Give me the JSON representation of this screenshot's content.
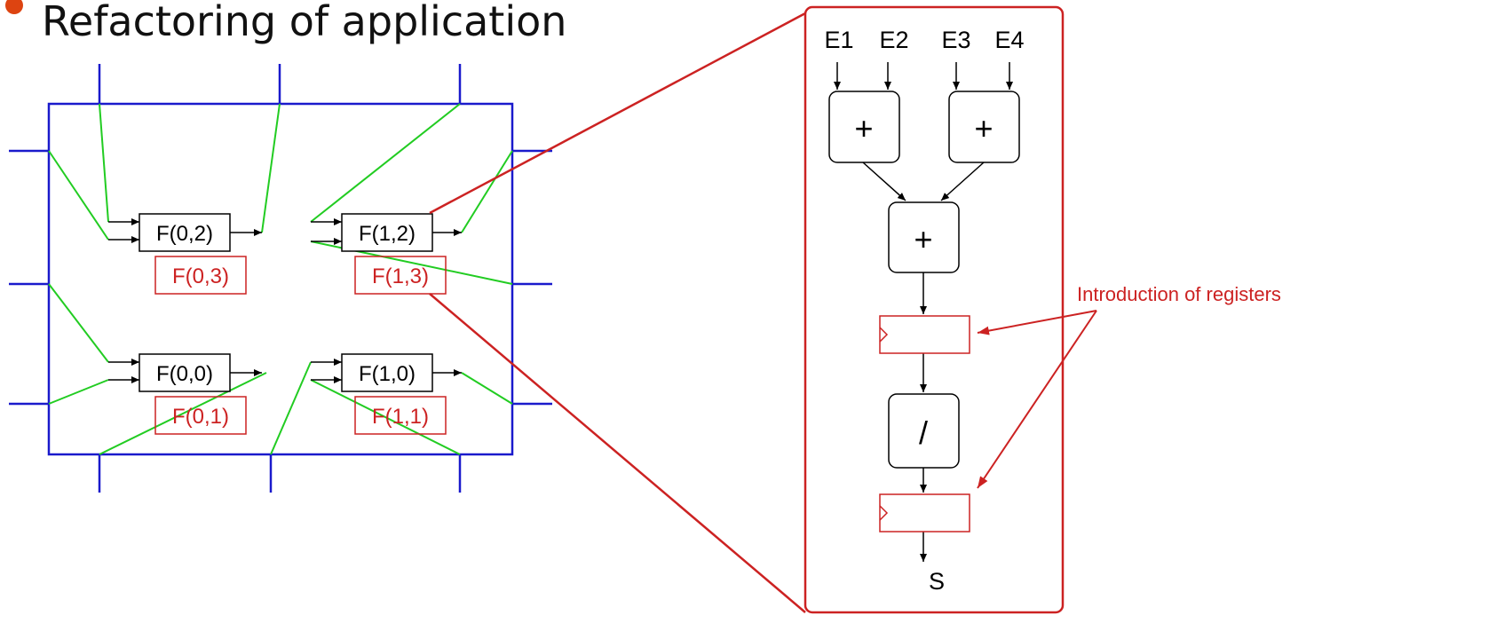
{
  "slide": {
    "title": "Refactoring of application",
    "colors": {
      "bullet": "#dd4411",
      "boundary": "#1a1acc",
      "wire": "#22cc22",
      "register": "#cc2222",
      "text": "#000000"
    }
  },
  "grid": {
    "functions": [
      "F(0,2)",
      "F(1,2)",
      "F(0,0)",
      "F(1,0)"
    ],
    "registers": [
      "F(0,3)",
      "F(1,3)",
      "F(0,1)",
      "F(1,1)"
    ]
  },
  "detail": {
    "inputs": [
      "E1",
      "E2",
      "E3",
      "E4"
    ],
    "operators": [
      "+",
      "+",
      "+",
      "/"
    ],
    "output": "S",
    "annotation": "Introduction of registers"
  }
}
